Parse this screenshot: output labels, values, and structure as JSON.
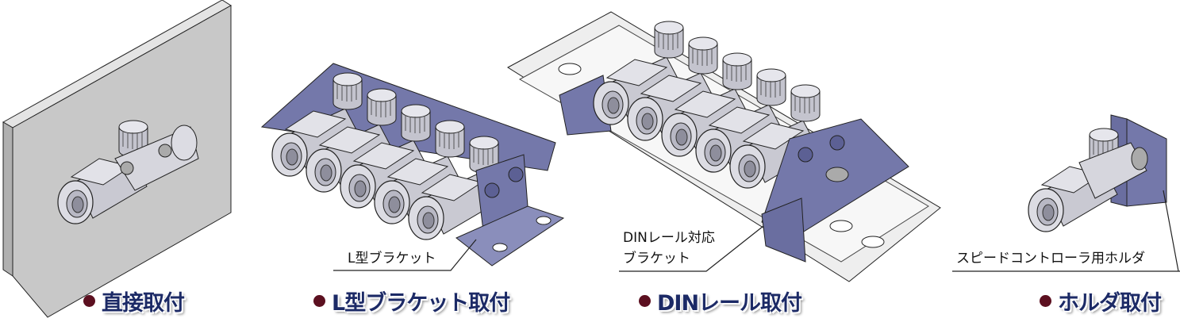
{
  "titles": {
    "direct": "直接取付",
    "l_bracket": "L型ブラケット取付",
    "din_rail": "DINレール取付",
    "holder": "ホルダ取付"
  },
  "callouts": {
    "l_bracket": "L型ブラケット",
    "din_bracket_line1": "DINレール対応",
    "din_bracket_line2": "ブラケット",
    "holder": "スピードコントローラ用ホルダ"
  },
  "colors": {
    "title": "#1c2a66",
    "bullet": "#5c1020",
    "bracket": "#7478aa",
    "body": "#d9d9e0"
  }
}
